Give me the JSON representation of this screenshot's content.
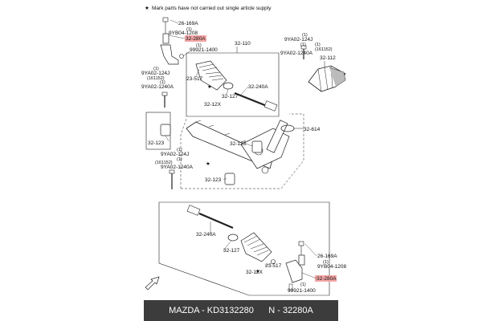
{
  "note": {
    "symbol": "★",
    "text": "Mark parts have not carried out single article supply"
  },
  "labels": {
    "tl_26_169a": "26-169A",
    "tl_1a": "(1)",
    "tl_9yb04": "9YB04-1208",
    "tl_32_280a": "32-280A",
    "tl_1b": "(1)",
    "tl_99921": "99921-1400",
    "tl_32_110": "32-110",
    "tr_1a": "(1)",
    "tr_9ya02": "9YA02-124J",
    "tr_1b": "(1)",
    "tr_1c": "(1)",
    "tr_161152": "(161152)",
    "tr_9ya02_1240a": "9YA02-1240A",
    "tr_32_112": "32-112",
    "l_1a": "(1)",
    "l_9ya02": "9YA02-124J",
    "l_1b": "(1)",
    "l_161152": "(161152)",
    "l_9ya02_1240a": "9YA02-1240A",
    "c_23_517": "23-517",
    "c_32_127": "32-127",
    "c_32_240a": "32-240A",
    "c_32_12x": "32-12X",
    "c_32_614": "32-614",
    "l_32_123": "32-123",
    "c_32_123": "32-123",
    "m_1a": "(1)",
    "m_9ya02": "9YA02-124J",
    "m_1b": "(1)",
    "m_161152": "(161152)",
    "m_9ya02_1240a": "9YA02-1240A",
    "m_32_123": "32-123",
    "b_32_240a": "32-240A",
    "b_32_127": "32-127",
    "b_23_517": "23-517",
    "b_32_12x": "32-12X",
    "br_26_169a": "26-169A",
    "br_1a": "(1)",
    "br_9yb04": "9YB04-1208",
    "br_32_280a": "32-280A",
    "br_1b": "(1)",
    "br_99921": "99921-1400"
  },
  "colors": {
    "highlight": "#f4a6a6",
    "footer_bg": "#3c3c3c",
    "footer_text": "#ffffff"
  },
  "footer": {
    "text": "MAZDA - KD3132280      N - 32280A"
  }
}
